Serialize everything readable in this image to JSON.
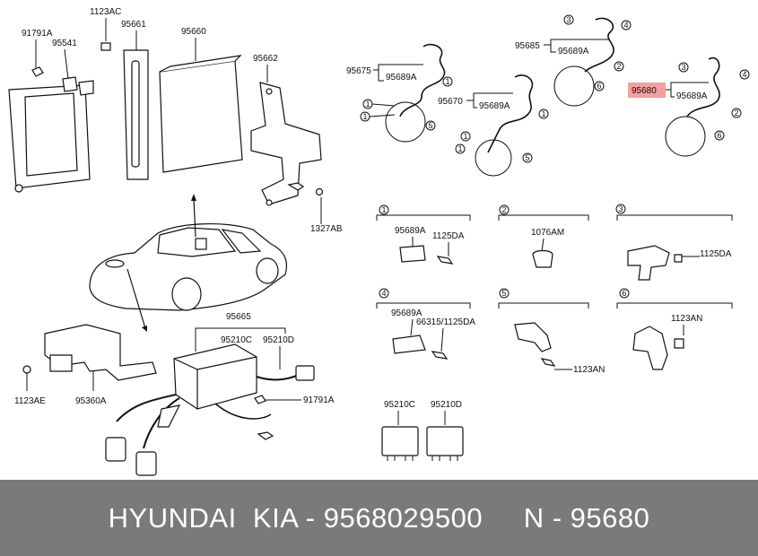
{
  "colors": {
    "highlight": "#f4a0a0",
    "footer_bg": "#7a7a7a",
    "footer_text": "#ffffff"
  },
  "labels": {
    "p91791a_top": "91791A",
    "p1123ac": "1123AC",
    "p95541": "95541",
    "p95661": "95661",
    "p95660": "95660",
    "p95662": "95662",
    "p1327ab": "1327AB",
    "p95675": "95675",
    "p95689a_675": "95689A",
    "p95670": "95670",
    "p95689a_670": "95689A",
    "p95685": "95685",
    "p95689a_685": "95689A",
    "p95680": "95680",
    "p95689a_680": "95689A",
    "p95665": "95665",
    "p95210c_top": "95210C",
    "p95210d_top": "95210D",
    "p91791a_bottom": "91791A",
    "p1123ae": "1123AE",
    "p95360a": "95360A",
    "d1_95689a": "95689A",
    "d1_1125da": "1125DA",
    "d2_1076am": "1076AM",
    "d3_1125da": "1125DA",
    "d4_95689a": "95689A",
    "d4_66315": "66315/1125DA",
    "d5_1123an": "1123AN",
    "d6_1123an": "1123AN",
    "p95210c_bottom": "95210C",
    "p95210d_bottom": "95210D"
  },
  "callouts": [
    "1",
    "2",
    "3",
    "4",
    "5",
    "6"
  ],
  "footer": {
    "text": "HYUNDAI  KIA - 9568029500     N - 95680"
  }
}
